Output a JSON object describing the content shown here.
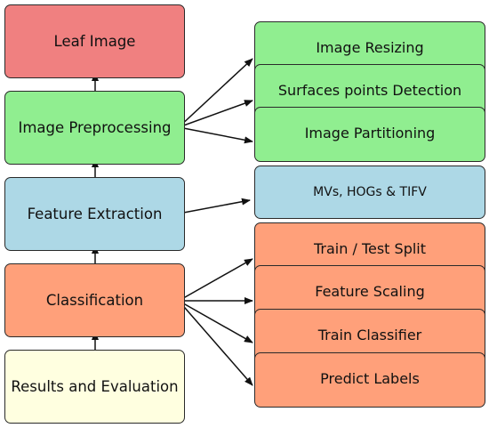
{
  "colors": {
    "red": "#f08080",
    "green": "#90ee90",
    "blue": "#add8e6",
    "orange": "#ffa07a",
    "yellow": "#ffffe0",
    "edge": "#111111"
  },
  "nodes": {
    "leaf_image": "Leaf Image",
    "image_preprocessing": "Image Preprocessing",
    "feature_extraction": "Feature Extraction",
    "classification": "Classification",
    "results_evaluation": "Results and Evaluation",
    "image_resizing": "Image Resizing",
    "surface_points": "Surfaces points Detection",
    "image_partitioning": "Image Partitioning",
    "mvs_hogs_tifv": "MVs, HOGs & TIFV",
    "train_test_split": "Train / Test Split",
    "feature_scaling": "Feature Scaling",
    "train_classifier": "Train Classifier",
    "predict_labels": "Predict Labels"
  },
  "edges": [
    {
      "from": "results_evaluation",
      "to": "classification"
    },
    {
      "from": "classification",
      "to": "feature_extraction"
    },
    {
      "from": "feature_extraction",
      "to": "image_preprocessing"
    },
    {
      "from": "image_preprocessing",
      "to": "leaf_image"
    },
    {
      "from": "image_preprocessing",
      "to": "image_resizing"
    },
    {
      "from": "image_preprocessing",
      "to": "surface_points"
    },
    {
      "from": "image_preprocessing",
      "to": "image_partitioning"
    },
    {
      "from": "feature_extraction",
      "to": "mvs_hogs_tifv"
    },
    {
      "from": "classification",
      "to": "train_test_split"
    },
    {
      "from": "classification",
      "to": "feature_scaling"
    },
    {
      "from": "classification",
      "to": "train_classifier"
    },
    {
      "from": "classification",
      "to": "predict_labels"
    }
  ]
}
